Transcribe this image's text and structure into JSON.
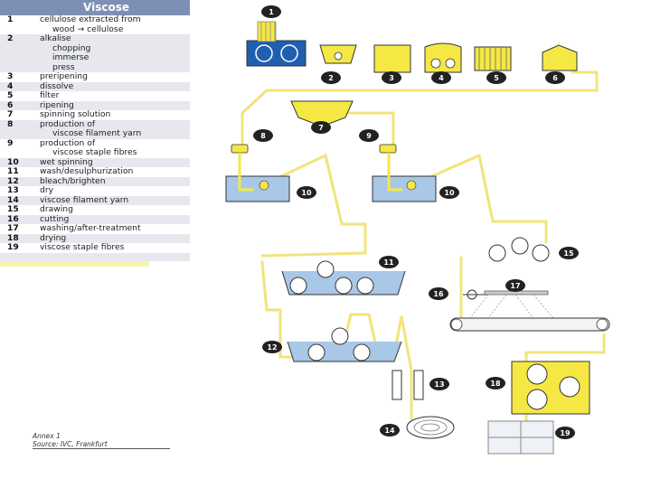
{
  "legend": {
    "title": "Viscose",
    "items": [
      {
        "num": "1",
        "text": "cellulose extracted from",
        "sub": [
          "wood → cellulose"
        ]
      },
      {
        "num": "2",
        "text": "alkalise",
        "sub": [
          "chopping",
          "immerse",
          "press"
        ]
      },
      {
        "num": "3",
        "text": "preripening",
        "sub": []
      },
      {
        "num": "4",
        "text": "dissolve",
        "sub": []
      },
      {
        "num": "5",
        "text": "filter",
        "sub": []
      },
      {
        "num": "6",
        "text": "ripening",
        "sub": []
      },
      {
        "num": "7",
        "text": "spinning solution",
        "sub": []
      },
      {
        "num": "8",
        "text": "production of",
        "sub": [
          "viscose filament yarn"
        ]
      },
      {
        "num": "9",
        "text": "production of",
        "sub": [
          "viscose staple fibres"
        ]
      },
      {
        "num": "10",
        "text": "wet spinning",
        "sub": []
      },
      {
        "num": "11",
        "text": "wash/desulphurization",
        "sub": []
      },
      {
        "num": "12",
        "text": "bleach/brighten",
        "sub": []
      },
      {
        "num": "13",
        "text": "dry",
        "sub": []
      },
      {
        "num": "14",
        "text": "viscose filament yarn",
        "sub": []
      },
      {
        "num": "15",
        "text": "drawing",
        "sub": []
      },
      {
        "num": "16",
        "text": "cutting",
        "sub": []
      },
      {
        "num": "17",
        "text": "washing/after-treatment",
        "sub": []
      },
      {
        "num": "18",
        "text": "drying",
        "sub": []
      },
      {
        "num": "19",
        "text": "viscose staple fibres",
        "sub": []
      }
    ]
  },
  "annex": {
    "line1": "Annex 1",
    "line2": "Source: IVC, Frankfurt"
  },
  "diagram": {
    "labels": [
      "1",
      "2",
      "3",
      "4",
      "5",
      "6",
      "7",
      "8",
      "9",
      "10",
      "10",
      "11",
      "12",
      "13",
      "14",
      "15",
      "16",
      "17",
      "18",
      "19"
    ]
  },
  "colors": {
    "header": "#7e8fb5",
    "yellow": "#f5e845",
    "yarn": "#f2e47a",
    "badge": "#222222",
    "bath": "#a9c7e6"
  }
}
